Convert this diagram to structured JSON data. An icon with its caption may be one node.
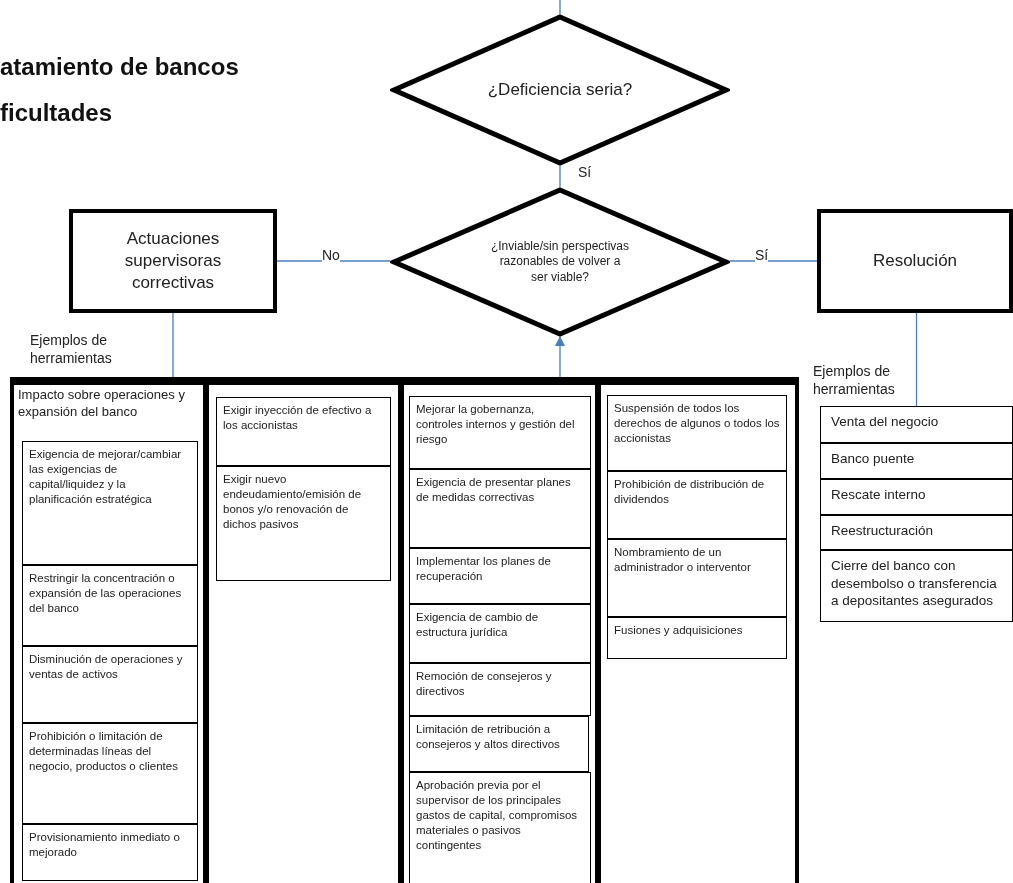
{
  "diagram": {
    "title": "atamiento de bancos ficultades",
    "nodes": [
      {
        "text": [
          "¿Deficiencia seria?"
        ]
      },
      {
        "text": [
          "Actuaciones supervisoras correctivas"
        ]
      },
      {
        "text": [
          "¿Inviable/sin perspectivas razonables de volver a ser viable?"
        ]
      },
      {
        "text": [
          "Resolución"
        ]
      },
      {
        "text": [],
        "shape": "box"
      },
      {
        "text": [
          "Impacto sobre operaciones y expansión del banco"
        ],
        "in": 4
      },
      {
        "text": [
          "Exigencia de mejorar/cambiar las exigencias de capital/liquidez y la planificación estratégica"
        ],
        "in": 5
      },
      {
        "text": [
          "Restringir la concentración o expansión de las operaciones del banco"
        ],
        "in": 5
      },
      {
        "text": [
          "Disminución de operaciones y ventas de activos"
        ],
        "in": 5
      },
      {
        "text": [
          "Prohibición o limitación de determinadas líneas del negocio, productos o clientes"
        ],
        "in": 5
      },
      {
        "text": [
          "Provisionamiento inmediato o mejorado"
        ],
        "in": 5
      },
      {
        "text": [],
        "shape": "box",
        "in": 4
      },
      {
        "text": [
          "Exigir inyección de efectivo a los accionistas"
        ],
        "in": 11
      },
      {
        "text": [
          "Exigir nuevo endeudamiento/emisión de bonos y/o renovación de dichos pasivos"
        ],
        "in": 11
      },
      {
        "text": [],
        "shape": "box",
        "in": 4
      },
      {
        "text": [
          "Mejorar la gobernanza, controles internos y gestión del riesgo"
        ],
        "in": 14
      },
      {
        "text": [
          "Exigencia de presentar planes de medidas correctivas"
        ],
        "in": 14
      },
      {
        "text": [
          "Implementar los planes de recuperación"
        ],
        "in": 14
      },
      {
        "text": [
          "Exigencia de cambio de estructura jurídica"
        ],
        "in": 14
      },
      {
        "text": [
          "Remoción de consejeros y directivos"
        ],
        "in": 14
      },
      {
        "text": [
          "Limitación de retribución a consejeros y altos directivos"
        ],
        "in": 14
      },
      {
        "text": [
          "Aprobación previa por el supervisor de los principales gastos de capital, compromisos materiales o pasivos contingentes"
        ],
        "in": 14
      },
      {
        "text": [],
        "shape": "box",
        "in": 4
      },
      {
        "text": [
          "Suspensión de todos los derechos de algunos o todos los accionistas"
        ],
        "in": 22
      },
      {
        "text": [
          "Prohibición de distribución de dividendos"
        ],
        "in": 22
      },
      {
        "text": [
          "Nombramiento de un administrador o interventor"
        ],
        "in": 22
      },
      {
        "text": [
          "Fusiones y adquisiciones"
        ],
        "in": 22
      },
      {
        "text": [],
        "shape": "box"
      },
      {
        "text": [
          "Venta del negocio"
        ],
        "in": 27
      },
      {
        "text": [
          "Banco puente"
        ],
        "in": 27
      },
      {
        "text": [
          "Rescate interno"
        ],
        "in": 27
      },
      {
        "text": [
          "Reestructuración"
        ],
        "in": 27
      },
      {
        "text": [
          "Cierre del banco con desembolso o transferencia a depositantes asegurados"
        ],
        "in": 27
      }
    ],
    "edges": [
      {
        "from": null,
        "to": 0,
        "arrow": "none"
      },
      {
        "from": 0,
        "to": 2,
        "arrow": "none",
        "label": "Sí"
      },
      {
        "from": 2,
        "to": 1,
        "arrow": "none",
        "label": "No"
      },
      {
        "from": 2,
        "to": 3,
        "arrow": "none",
        "label": "Sí"
      },
      {
        "from": 1,
        "to": 4,
        "arrow": "none",
        "label": "Ejemplos de herramientas"
      },
      {
        "from": 4,
        "to": 2,
        "arrow": "to"
      },
      {
        "from": 3,
        "to": 27,
        "arrow": "none",
        "label": "Ejemplos de herramientas"
      }
    ]
  }
}
